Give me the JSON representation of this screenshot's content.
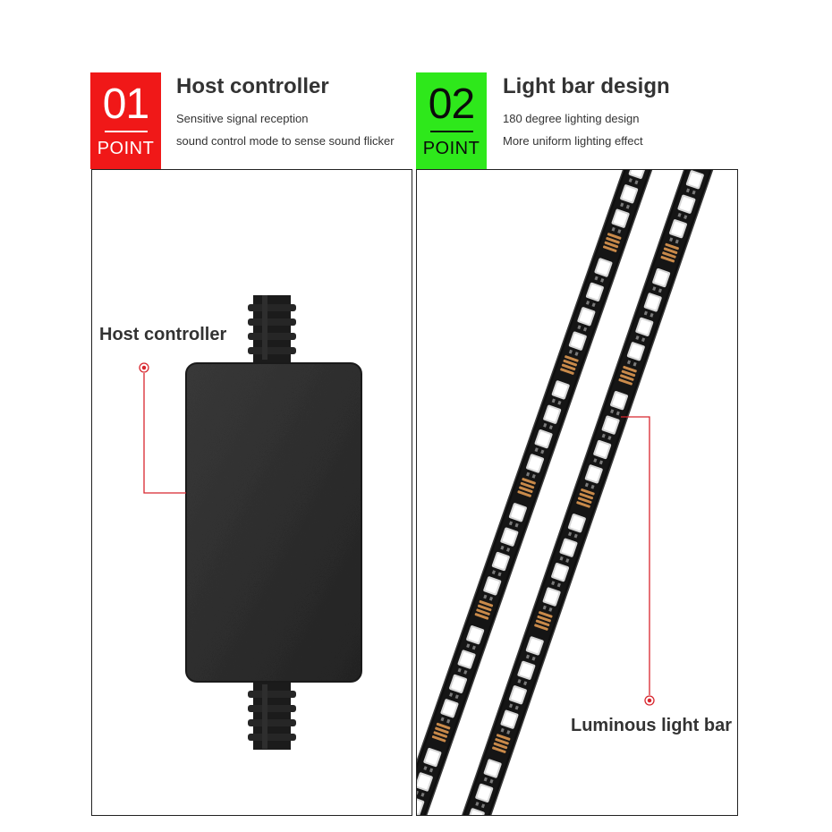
{
  "point1": {
    "number": "01",
    "label": "POINT",
    "title": "Host controller",
    "lines": [
      "Sensitive signal reception",
      "sound control mode to sense sound flicker"
    ],
    "callout": "Host controller",
    "badge_color": "#f01818"
  },
  "point2": {
    "number": "02",
    "label": "POINT",
    "title": "Light bar design",
    "lines": [
      "180 degree lighting design",
      "More uniform lighting effect"
    ],
    "callout": "Luminous light bar",
    "badge_color": "#2ee81b"
  },
  "colors": {
    "leader_line": "#d8262e",
    "panel_border": "#222222",
    "controller_body": "#2c2c2c",
    "strip_body": "#101010"
  }
}
